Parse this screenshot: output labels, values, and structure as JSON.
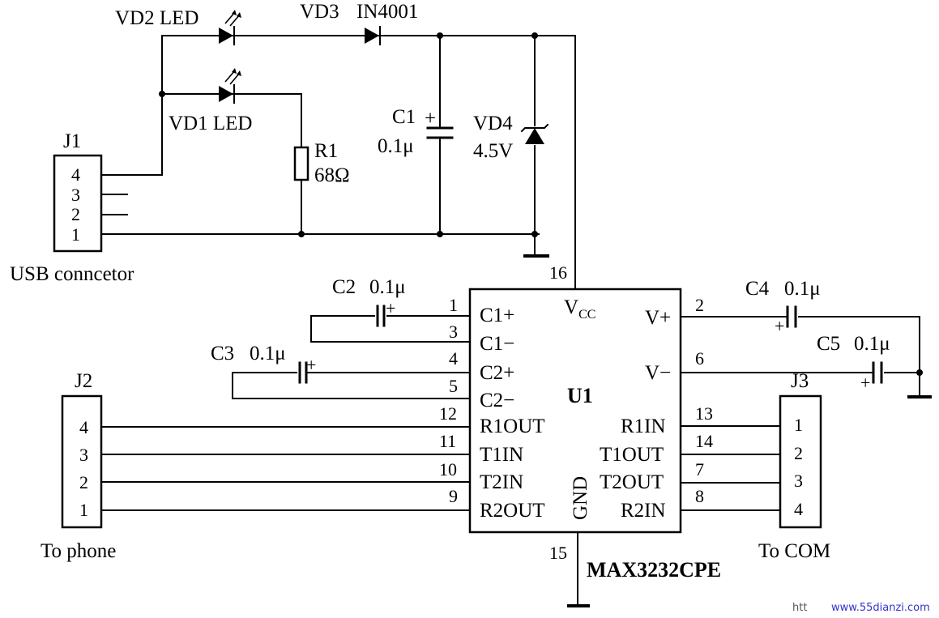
{
  "labels": {
    "vd2": "VD2 LED",
    "vd3": "VD3",
    "vd3_part": "IN4001",
    "vd1": "VD1 LED",
    "c1": "C1",
    "c1_val": "0.1μ",
    "vd4": "VD4",
    "vd4_val": "4.5V",
    "r1": "R1",
    "r1_val": "68Ω",
    "j1": "J1",
    "usb": "USB conncetor",
    "c2": "C2",
    "c2_val": "0.1μ",
    "c3": "C3",
    "c3_val": "0.1μ",
    "c4": "C4",
    "c4_val": "0.1μ",
    "c5": "C5",
    "c5_val": "0.1μ",
    "u1": "U1",
    "ic_part": "MAX3232CPE",
    "j2": "J2",
    "to_phone": "To phone",
    "j3": "J3",
    "to_com": "To COM",
    "plus": "+",
    "vcc_main": "V",
    "vcc_sub": "CC",
    "gnd": "GND",
    "watermark_prefix": "htt",
    "watermark": "www.55dianzi.com"
  },
  "j1_pins": [
    "4",
    "3",
    "2",
    "1"
  ],
  "j2_pins": [
    "4",
    "3",
    "2",
    "1"
  ],
  "j3_pins": [
    "1",
    "2",
    "3",
    "4"
  ],
  "ic": {
    "left_pins": [
      {
        "num": "1",
        "name": "C1+"
      },
      {
        "num": "3",
        "name": "C1−"
      },
      {
        "num": "4",
        "name": "C2+"
      },
      {
        "num": "5",
        "name": "C2−"
      },
      {
        "num": "12",
        "name": "R1OUT"
      },
      {
        "num": "11",
        "name": "T1IN"
      },
      {
        "num": "10",
        "name": "T2IN"
      },
      {
        "num": "9",
        "name": "R2OUT"
      }
    ],
    "right_pins": [
      {
        "num": "2",
        "name": "V+"
      },
      {
        "num": "6",
        "name": "V−"
      },
      {
        "num": "13",
        "name": "R1IN"
      },
      {
        "num": "14",
        "name": "T1OUT"
      },
      {
        "num": "7",
        "name": "T2OUT"
      },
      {
        "num": "8",
        "name": "R2IN"
      }
    ],
    "top_pin": "16",
    "bottom_pin": "15"
  }
}
